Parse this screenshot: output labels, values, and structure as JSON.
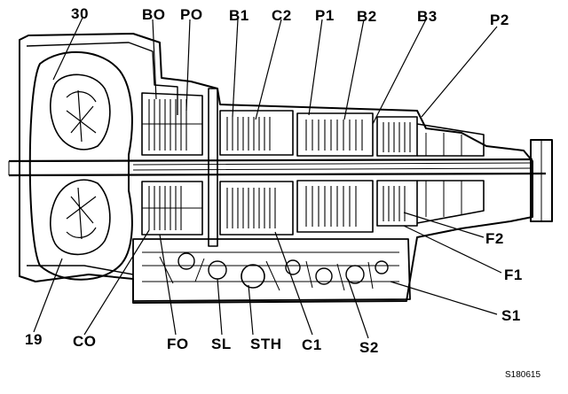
{
  "labels": {
    "top": [
      "30",
      "BO",
      "PO",
      "B1",
      "C2",
      "P1",
      "B2",
      "B3",
      "P2"
    ],
    "right": [
      "F2",
      "F1",
      "S1"
    ],
    "bottom": [
      "19",
      "CO",
      "FO",
      "SL",
      "STH",
      "C1",
      "S2"
    ]
  },
  "figure_code": "S180615"
}
